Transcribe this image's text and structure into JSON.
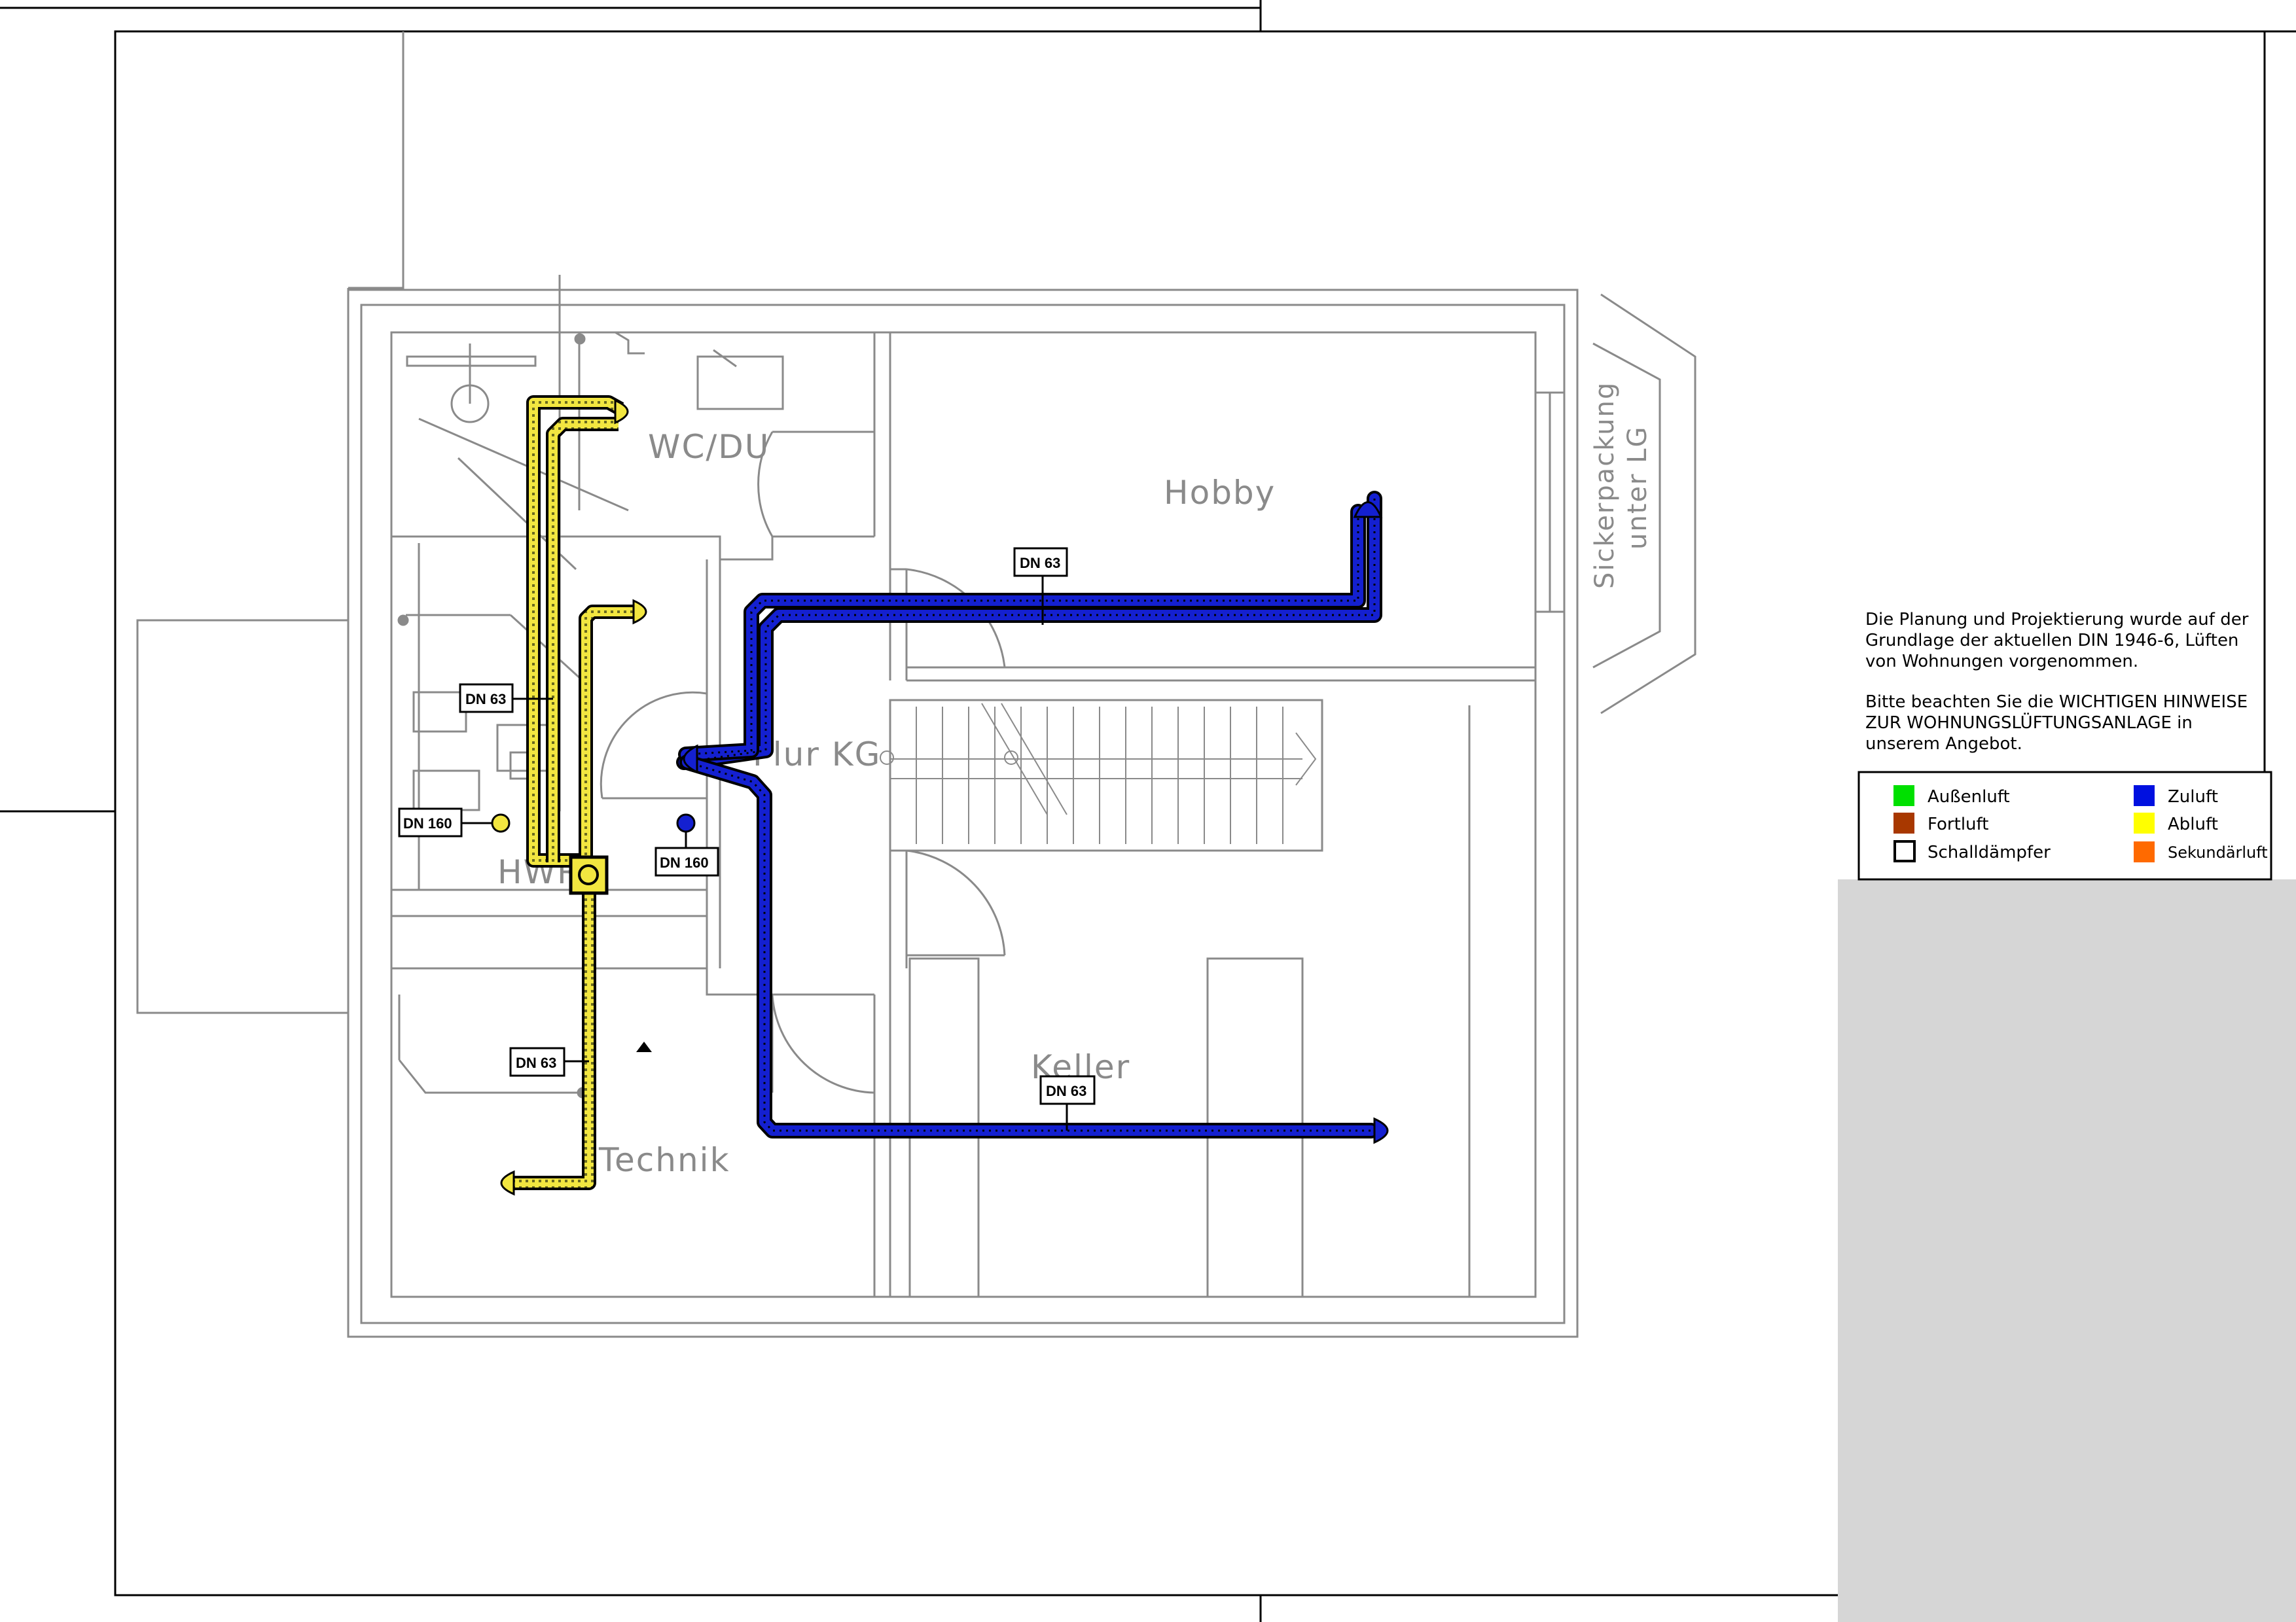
{
  "rooms": {
    "wc_du": "WC/DU",
    "hobby": "Hobby",
    "flur": "Flur KG",
    "hwr": "HWR",
    "keller": "Keller",
    "technik": "Technik",
    "sickerpackung_line1": "Sickerpackung",
    "sickerpackung_line2": "unter LG"
  },
  "tags": {
    "dn63_hobby": "DN 63",
    "dn63_hwr": "DN 63",
    "dn160_left": "DN 160",
    "dn160_right": "DN 160",
    "dn63_technik": "DN 63",
    "dn63_keller": "DN 63"
  },
  "note": {
    "line1": "Die Planung und Projektierung wurde auf der",
    "line2": "Grundlage der aktuellen DIN 1946-6, Lüften",
    "line3": "von Wohnungen vorgenommen.",
    "line4": "Bitte beachten Sie die WICHTIGEN HINWEISE",
    "line5": "ZUR WOHNUNGSLÜFTUNGSANLAGE in",
    "line6": "unserem Angebot."
  },
  "legend": {
    "aussenluft": {
      "label": "Außenluft",
      "color": "#00e000"
    },
    "fortluft": {
      "label": "Fortluft",
      "color": "#a83800"
    },
    "schalldaempfer": {
      "label": "Schalldämpfer",
      "color": "#ffffff"
    },
    "zuluft": {
      "label": "Zuluft",
      "color": "#0010e0"
    },
    "abluft": {
      "label": "Abluft",
      "color": "#ffff00"
    },
    "sekundaerluft": {
      "label": "Sekundärluft",
      "color": "#ff6a00"
    }
  },
  "colors": {
    "supply_duct": "#1420d0",
    "extract_duct": "#f2e640",
    "wall": "#8a8a8a",
    "gray_panel": "#d6d6d6"
  }
}
